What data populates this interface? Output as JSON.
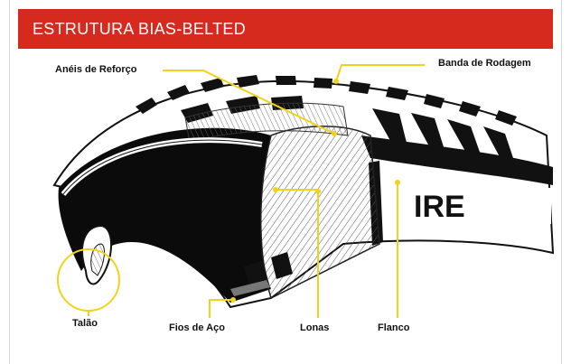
{
  "header": {
    "title": "ESTRUTURA BIAS-BELTED"
  },
  "brand_text": "IRE",
  "labels": {
    "aneis": "Anéis de Reforço",
    "banda": "Banda de Rodagem",
    "talao": "Talão",
    "fios": "Fios de Aço",
    "lonas": "Lonas",
    "flanco": "Flanco"
  },
  "colors": {
    "accent": "#d72a1f",
    "callout": "#f2d21b"
  }
}
